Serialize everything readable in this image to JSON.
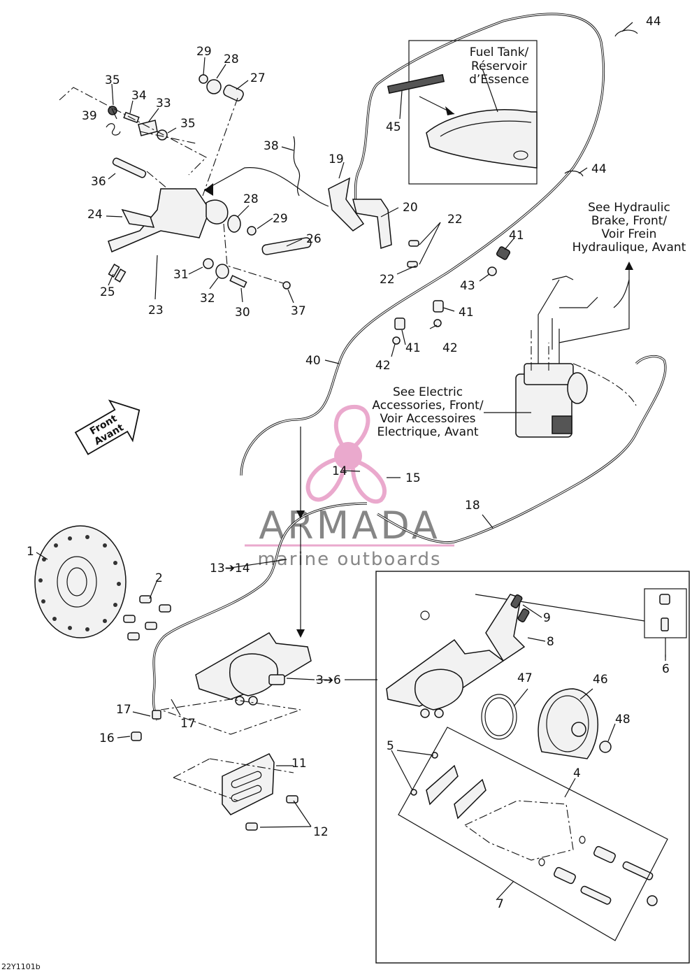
{
  "diagram_code": "22Y1101b",
  "notes": {
    "fuel_tank": [
      "Fuel Tank/",
      "Réservoir",
      "d’Essence"
    ],
    "hydraulic": [
      "See Hydraulic",
      "Brake, Front/",
      "Voir Frein",
      "Hydraulique, Avant"
    ],
    "electric": [
      "See Electric",
      "Accessories, Front/",
      "Voir Accessoires",
      "Electrique, Avant"
    ],
    "front_arrow": [
      "Front",
      "Avant"
    ]
  },
  "watermark": {
    "brand": "ARMADA",
    "tagline": "marine outboards",
    "colors": {
      "pink": "#e8a0c8",
      "grey": "#7a7a7a"
    }
  },
  "labels": {
    "l1": "1",
    "l2": "2",
    "l3_6": "3➔6",
    "l4": "4",
    "l5": "5",
    "l6": "6",
    "l7": "7",
    "l8": "8",
    "l9": "9",
    "l11": "11",
    "l12": "12",
    "l13_14": "13➔14",
    "l14": "14",
    "l15": "15",
    "l16": "16",
    "l17a": "17",
    "l17b": "17",
    "l18": "18",
    "l19": "19",
    "l20": "20",
    "l22a": "22",
    "l22b": "22",
    "l23": "23",
    "l24": "24",
    "l25": "25",
    "l26": "26",
    "l27": "27",
    "l28a": "28",
    "l28b": "28",
    "l29a": "29",
    "l29b": "29",
    "l30": "30",
    "l31": "31",
    "l32": "32",
    "l33": "33",
    "l34": "34",
    "l35a": "35",
    "l35b": "35",
    "l36": "36",
    "l37": "37",
    "l38": "38",
    "l39": "39",
    "l40": "40",
    "l41a": "41",
    "l41b": "41",
    "l41c": "41",
    "l42a": "42",
    "l42b": "42",
    "l43": "43",
    "l44a": "44",
    "l44b": "44",
    "l45": "45",
    "l46": "46",
    "l47": "47",
    "l48": "48"
  }
}
